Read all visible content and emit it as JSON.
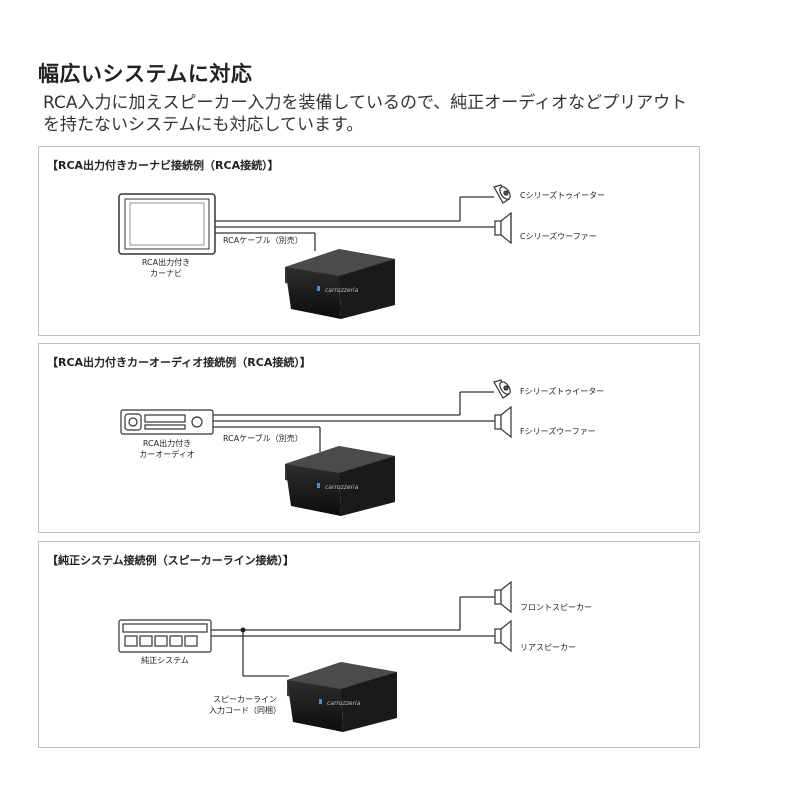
{
  "heading": "幅広いシステムに対応",
  "description_lines": [
    "RCA入力に加えスピーカー入力を装備しているので、純正オーディオなどプリアウト",
    "を持たないシステムにも対応しています。"
  ],
  "panels": [
    {
      "title": "【RCA出力付きカーナビ接続例（RCA接続）】",
      "source_label_lines": [
        "RCA出力付き",
        "カーナビ"
      ],
      "cable_label": "RCAケーブル（別売）",
      "speaker_top": "Cシリーズトゥイーター",
      "speaker_bottom": "Cシリーズウーファー",
      "amp_logo": "carrozzeria"
    },
    {
      "title": "【RCA出力付きカーオーディオ接続例（RCA接続）】",
      "source_label_lines": [
        "RCA出力付き",
        "カーオーディオ"
      ],
      "cable_label": "RCAケーブル（別売）",
      "speaker_top": "Fシリーズトゥイーター",
      "speaker_bottom": "Fシリーズウーファー",
      "amp_logo": "carrozzeria"
    },
    {
      "title": "【純正システム接続例（スピーカーライン接続）】",
      "source_label_lines": [
        "純正システム"
      ],
      "cable_label_lines": [
        "スピーカーライン",
        "入力コード（同梱）"
      ],
      "speaker_top": "フロントスピーカー",
      "speaker_bottom": "リアスピーカー",
      "amp_logo": "carrozzeria"
    }
  ],
  "icons": [
    "car-navi-icon",
    "car-audio-deck-icon",
    "oem-head-unit-icon",
    "amplifier-icon",
    "tweeter-icon",
    "woofer-icon",
    "speaker-icon"
  ]
}
